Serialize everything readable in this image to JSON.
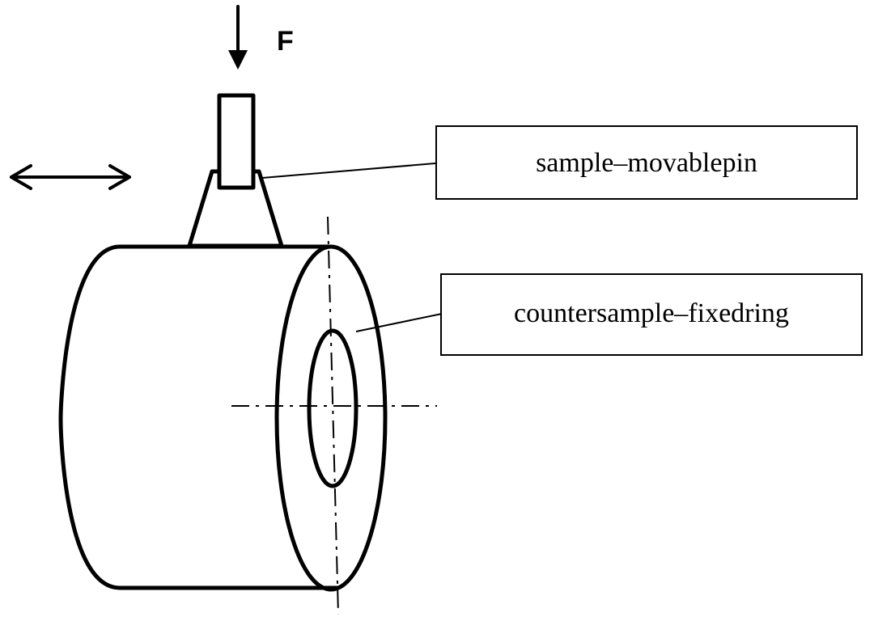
{
  "force": {
    "label": "F"
  },
  "labels": {
    "pin": "sample–movablepin",
    "ring": "countersample–fixedring"
  }
}
